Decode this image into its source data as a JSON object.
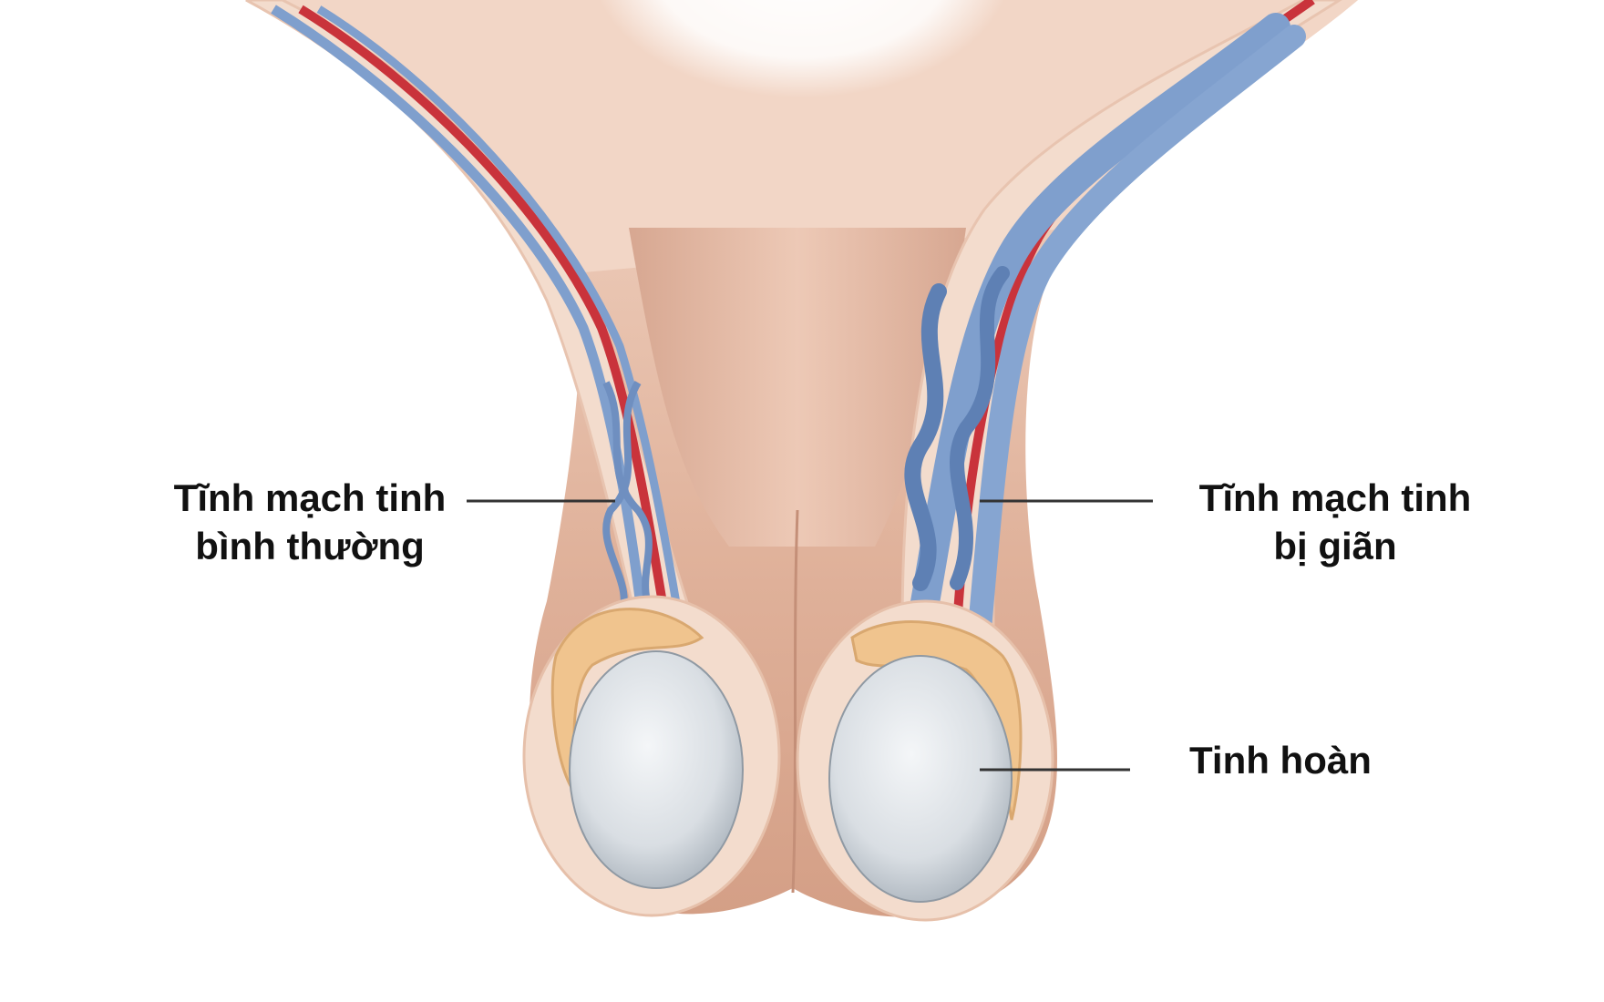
{
  "labels": {
    "normal_vein": {
      "line1": "Tĩnh mạch tinh",
      "line2": "bình thường"
    },
    "dilated_vein": {
      "line1": "Tĩnh mạch tinh",
      "line2": "bị giãn"
    },
    "testis": {
      "text": "Tinh hoàn"
    }
  },
  "colors": {
    "skin": "#e2b39b",
    "skin_light": "#f4dccd",
    "vein": "#7f9fcd",
    "vein_dark": "#4f6f9e",
    "artery": "#c9333b",
    "epididymis": "#f0c48e",
    "testis": "#dfe3e7",
    "leader_line": "#333333"
  }
}
